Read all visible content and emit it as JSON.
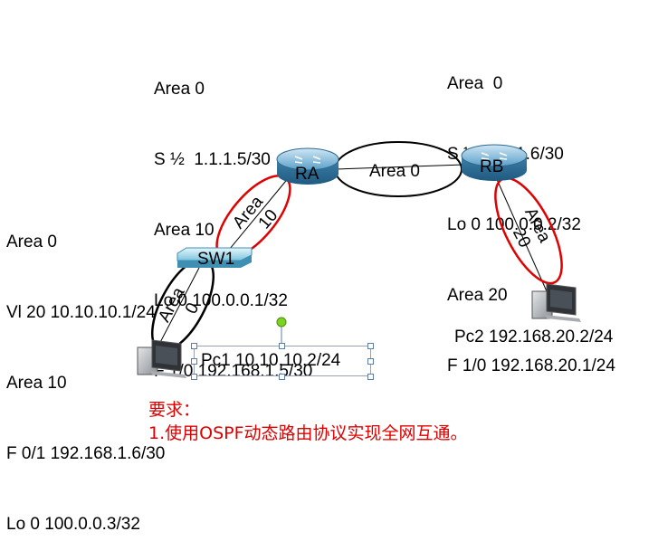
{
  "ra_info": [
    "Area 0",
    "S ½  1.1.1.5/30",
    "Area 10",
    "Lo 0 100.0.0.1/32",
    "F 1/0 192.168.1.5/30"
  ],
  "rb_info": [
    "Area  0",
    "S ½  1.1.1.6/30",
    "Lo 0 100.0.0.2/32",
    "Area 20",
    "F 1/0 192.168.20.1/24"
  ],
  "sw1_info": [
    "Area 0",
    "Vl 20 10.10.10.1/24",
    "Area 10",
    "F 0/1 192.168.1.6/30",
    "Lo 0 100.0.0.3/32"
  ],
  "devices": {
    "ra": "RA",
    "rb": "RB",
    "sw1": "SW1",
    "pc1": "Pc1 10.10.10.2/24",
    "pc2": "Pc2 192.168.20.2/24"
  },
  "areas": {
    "ra_rb": "Area  0",
    "ra_sw1_word": "Area",
    "ra_sw1_num": "10",
    "rb_pc2_word": "Area",
    "rb_pc2_num": "20",
    "sw1_pc1_word": "Area",
    "sw1_pc1_num": "0"
  },
  "requirements": {
    "title": "要求：",
    "item1": "1.使用OSPF动态路由协议实现全网互通。"
  },
  "colors": {
    "area_ellipse_red": "#e00000",
    "requirement_text": "#e00000",
    "router": "#4a90b8"
  }
}
